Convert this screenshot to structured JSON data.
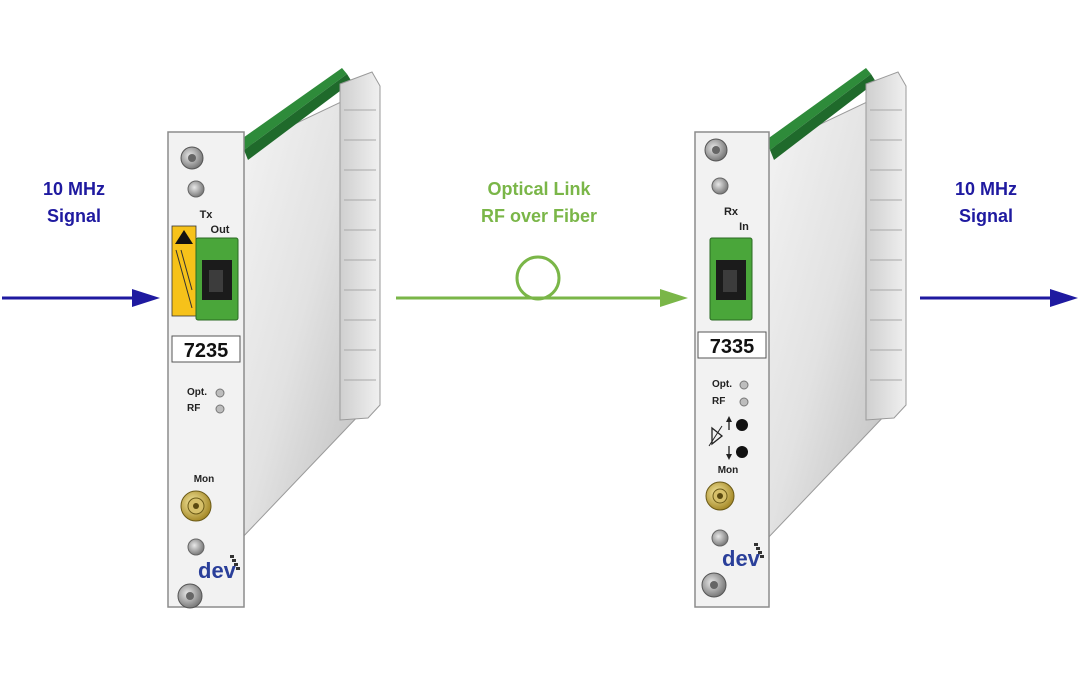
{
  "colors": {
    "signal_blue": "#1f1aa0",
    "optical_green": "#7ab648",
    "pcb_green": "#2e8b3a",
    "connector_green": "#4aa63a",
    "panel": "#f2f2f2",
    "card_metal": "#d9d9d9"
  },
  "input_signal": {
    "line1": "10 MHz",
    "line2": "Signal"
  },
  "output_signal": {
    "line1": "10 MHz",
    "line2": "Signal"
  },
  "link": {
    "line1": "Optical Link",
    "line2": "RF over Fiber"
  },
  "transmitter": {
    "model": "7235",
    "port_group": "Tx",
    "port": "Out",
    "led_1": "Opt.",
    "led_2": "RF",
    "monitor": "Mon",
    "brand": "dev",
    "icons": [
      "laser-warning-icon",
      "fiber-connector-icon",
      "bnc-connector-icon"
    ]
  },
  "receiver": {
    "model": "7335",
    "port_group": "Rx",
    "port": "In",
    "led_1": "Opt.",
    "led_2": "RF",
    "monitor": "Mon",
    "brand": "dev",
    "icons": [
      "fiber-connector-icon",
      "gain-adjust-icon",
      "bnc-connector-icon"
    ]
  }
}
